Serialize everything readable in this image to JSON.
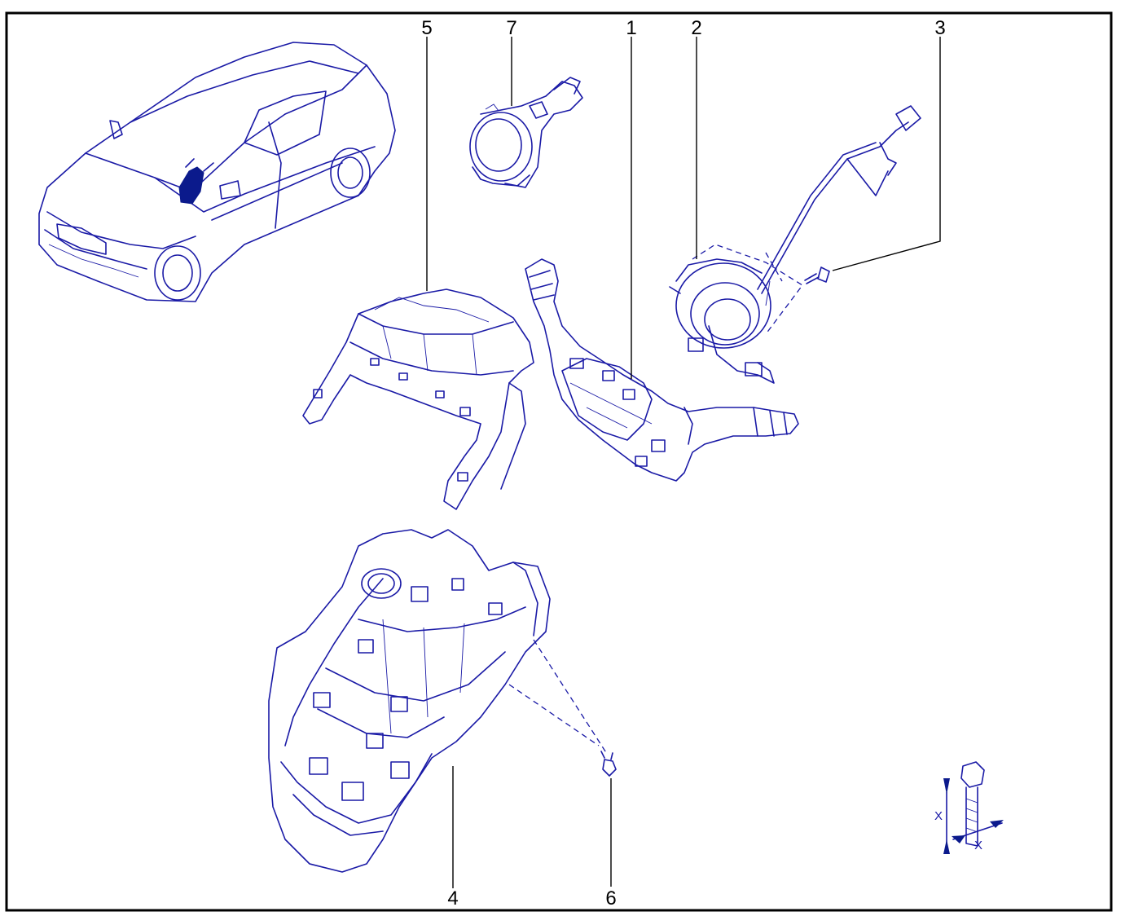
{
  "colors": {
    "line": "#1a1aa6",
    "highlight": "#0b1a8c",
    "frame": "#000000",
    "background": "#ffffff"
  },
  "callouts": [
    "1",
    "2",
    "3",
    "4",
    "5",
    "6",
    "7"
  ],
  "detail_legend": {
    "dimension_label": "X",
    "icon": "bolt-dimension-icon"
  }
}
